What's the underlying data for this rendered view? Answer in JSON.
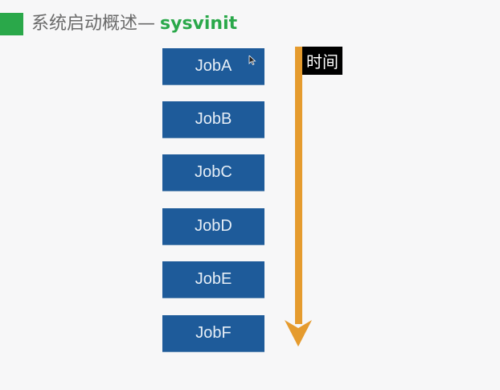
{
  "header": {
    "title": "系统启动概述—",
    "title_accent": "sysvinit",
    "accent_color": "#2aa84a"
  },
  "jobs": [
    {
      "label": "JobA"
    },
    {
      "label": "JobB"
    },
    {
      "label": "JobC"
    },
    {
      "label": "JobD"
    },
    {
      "label": "JobE"
    },
    {
      "label": "JobF"
    }
  ],
  "timeline": {
    "label": "时间",
    "arrow_color": "#e59b2e",
    "direction": "down"
  },
  "colors": {
    "job_fill": "#1e5b9a",
    "job_text": "#e6eef6"
  }
}
